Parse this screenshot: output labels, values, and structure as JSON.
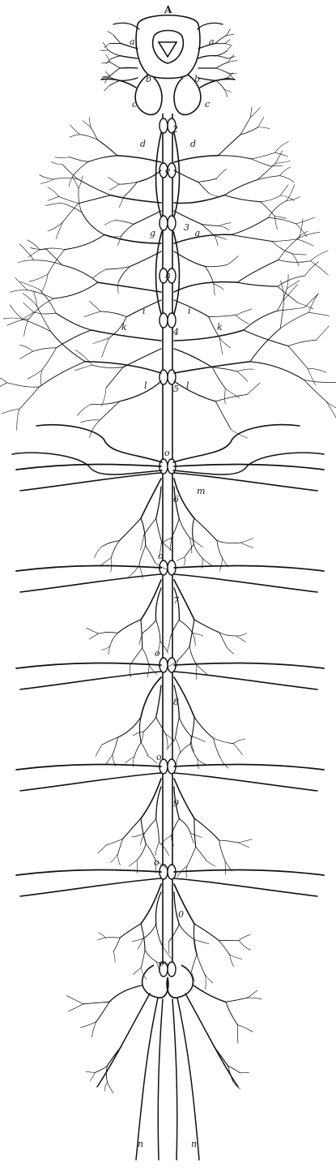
{
  "figure": {
    "labels": {
      "A": "A",
      "a": "a",
      "b": "b",
      "c": "c",
      "d": "d",
      "e": "e",
      "g": "g",
      "h": "h",
      "i": "i",
      "k": "k",
      "l": "l",
      "m": "m",
      "n": "n",
      "o": "o",
      "n1": "1",
      "n2": "2",
      "n3": "3",
      "n4": "4",
      "n5": "5",
      "n6": "6",
      "n7": "7",
      "n8": "8",
      "n9": "9",
      "n0": "0"
    },
    "colors": {
      "ink": "#111111",
      "paper": "#ffffff"
    }
  }
}
